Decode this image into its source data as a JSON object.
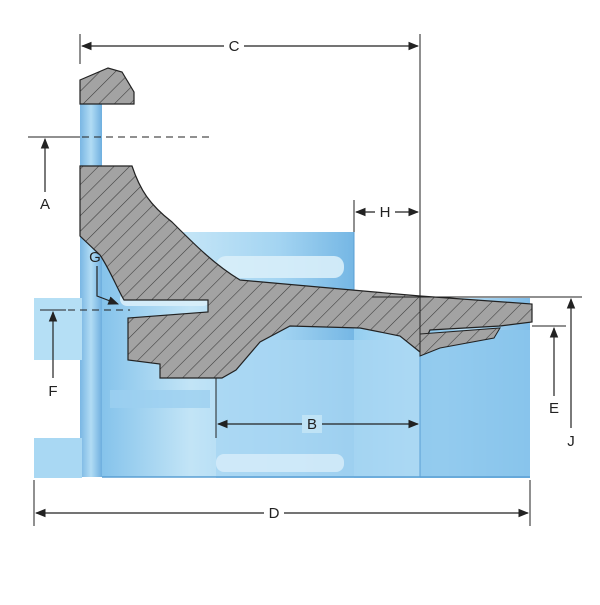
{
  "diagram": {
    "labels": {
      "A": "A",
      "B": "B",
      "C": "C",
      "D": "D",
      "E": "E",
      "F": "F",
      "G": "G",
      "H": "H",
      "J": "J"
    },
    "colors": {
      "body_light": "#bfe3f6",
      "body_mid": "#8fcbef",
      "body_dark": "#5fa8dd",
      "section_fill": "#9e9e9e",
      "section_hatch": "#3a3a3a",
      "line": "#222222"
    }
  }
}
